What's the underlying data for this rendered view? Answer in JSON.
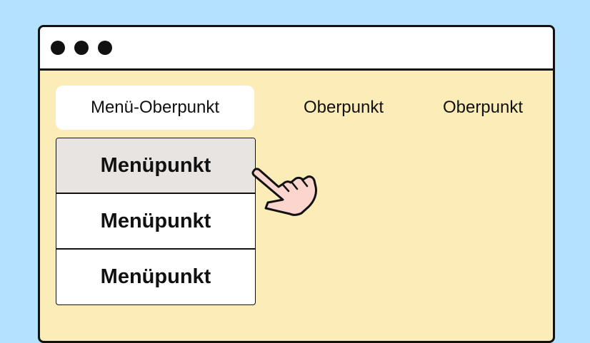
{
  "window": {
    "controls": [
      "dot",
      "dot",
      "dot"
    ]
  },
  "nav": {
    "items": [
      {
        "label": "Menü-Oberpunkt",
        "active": true
      },
      {
        "label": "Oberpunkt",
        "active": false
      },
      {
        "label": "Oberpunkt",
        "active": false
      }
    ]
  },
  "dropdown": {
    "items": [
      {
        "label": "Menüpunkt",
        "hovered": true
      },
      {
        "label": "Menüpunkt",
        "hovered": false
      },
      {
        "label": "Menüpunkt",
        "hovered": false
      }
    ]
  },
  "cursor": {
    "icon": "pointing-hand-icon"
  },
  "colors": {
    "background": "#b3e1fe",
    "window_body": "#fcecb8",
    "hover_item": "#e8e4e1",
    "hand_fill": "#fdd5cf"
  }
}
